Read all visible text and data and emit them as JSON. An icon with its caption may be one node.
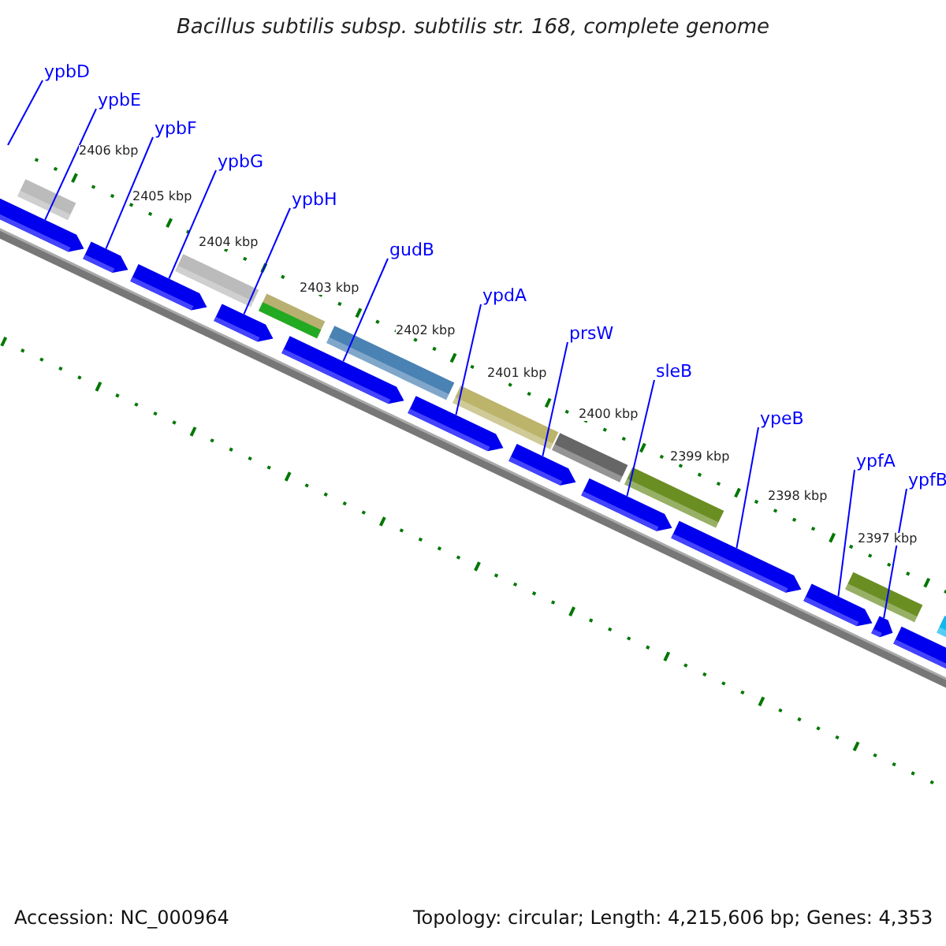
{
  "diagram": {
    "title": "Bacillus subtilis subsp. subtilis str. 168, complete genome",
    "nodes": [
      {
        "text": [
          "ypbD"
        ]
      },
      {
        "text": [
          "ypbE"
        ]
      },
      {
        "text": [
          "ypbF"
        ]
      },
      {
        "text": [
          "ypbG"
        ]
      },
      {
        "text": [
          "ypbH"
        ]
      },
      {
        "text": [
          "gudB"
        ]
      },
      {
        "text": [
          "ypdA"
        ]
      },
      {
        "text": [
          "prsW"
        ]
      },
      {
        "text": [
          "sleB"
        ]
      },
      {
        "text": [
          "ypeB"
        ]
      },
      {
        "text": [
          "ypfA"
        ]
      },
      {
        "text": [
          "ypfB"
        ]
      },
      {
        "text": [],
        "shape": "bar"
      },
      {
        "text": [],
        "shape": "bar"
      },
      {
        "text": [],
        "shape": "bar"
      },
      {
        "text": [],
        "shape": "bar"
      },
      {
        "text": [],
        "shape": "bar"
      },
      {
        "text": [],
        "shape": "bar"
      },
      {
        "text": [],
        "shape": "bar"
      },
      {
        "text": [],
        "shape": "bar"
      },
      {
        "text": [],
        "shape": "bar"
      },
      {
        "text": [],
        "shape": "bar"
      },
      {
        "text": [],
        "shape": "bar"
      },
      {
        "text": [],
        "shape": "bar"
      }
    ],
    "edges": [
      {
        "from": 0,
        "to": null,
        "arrow": "none"
      },
      {
        "from": 1,
        "to": 12,
        "arrow": "none"
      },
      {
        "from": 2,
        "to": 13,
        "arrow": "none"
      },
      {
        "from": 3,
        "to": 14,
        "arrow": "none"
      },
      {
        "from": 4,
        "to": 15,
        "arrow": "none"
      },
      {
        "from": 5,
        "to": 16,
        "arrow": "none"
      },
      {
        "from": 6,
        "to": 17,
        "arrow": "none"
      },
      {
        "from": 7,
        "to": 18,
        "arrow": "none"
      },
      {
        "from": 8,
        "to": 19,
        "arrow": "none"
      },
      {
        "from": 9,
        "to": 20,
        "arrow": "none"
      },
      {
        "from": 10,
        "to": 21,
        "arrow": "none"
      },
      {
        "from": 11,
        "to": 22,
        "arrow": "none"
      }
    ],
    "labels": [
      "2406 kbp",
      "2405 kbp",
      "2404 kbp",
      "2403 kbp",
      "2402 kbp",
      "2401 kbp",
      "2400 kbp",
      "2399 kbp",
      "2398 kbp",
      "2397 kbp",
      "Accession: NC_000964",
      "Topology: circular; Length: 4,215,606 bp; Genes: 4,353"
    ]
  }
}
